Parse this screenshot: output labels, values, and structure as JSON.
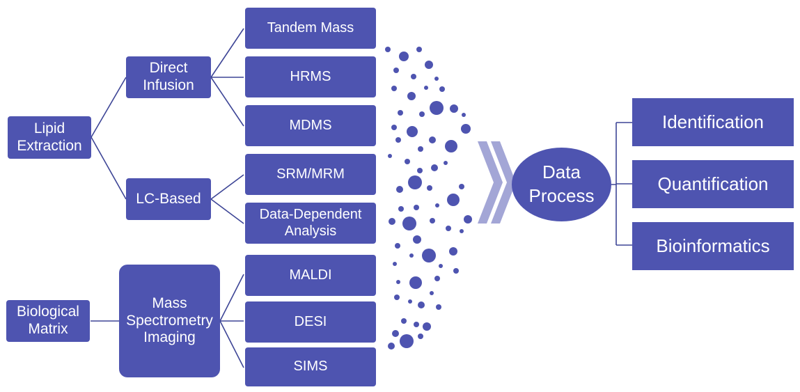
{
  "nodes": {
    "lipid_extraction": "Lipid\nExtraction",
    "direct_infusion": "Direct\nInfusion",
    "lc_based": "LC-Based",
    "tandem_mass": "Tandem Mass",
    "hrms": "HRMS",
    "mdms": "MDMS",
    "srm_mrm": "SRM/MRM",
    "data_dependent": "Data-Dependent\nAnalysis",
    "biological_matrix": "Biological\nMatrix",
    "msi": "Mass\nSpectrometry\nImaging",
    "maldi": "MALDI",
    "desi": "DESI",
    "sims": "SIMS",
    "data_process": "Data\nProcess",
    "identification": "Identification",
    "quantification": "Quantification",
    "bioinformatics": "Bioinformatics"
  },
  "colors": {
    "box": "#4e54b0",
    "text": "#ffffff",
    "connector": "#3d4596",
    "chevron": "#a3a6d6"
  },
  "icons": {
    "dots": "scatter-dots",
    "arrow": "double-chevron-right"
  }
}
